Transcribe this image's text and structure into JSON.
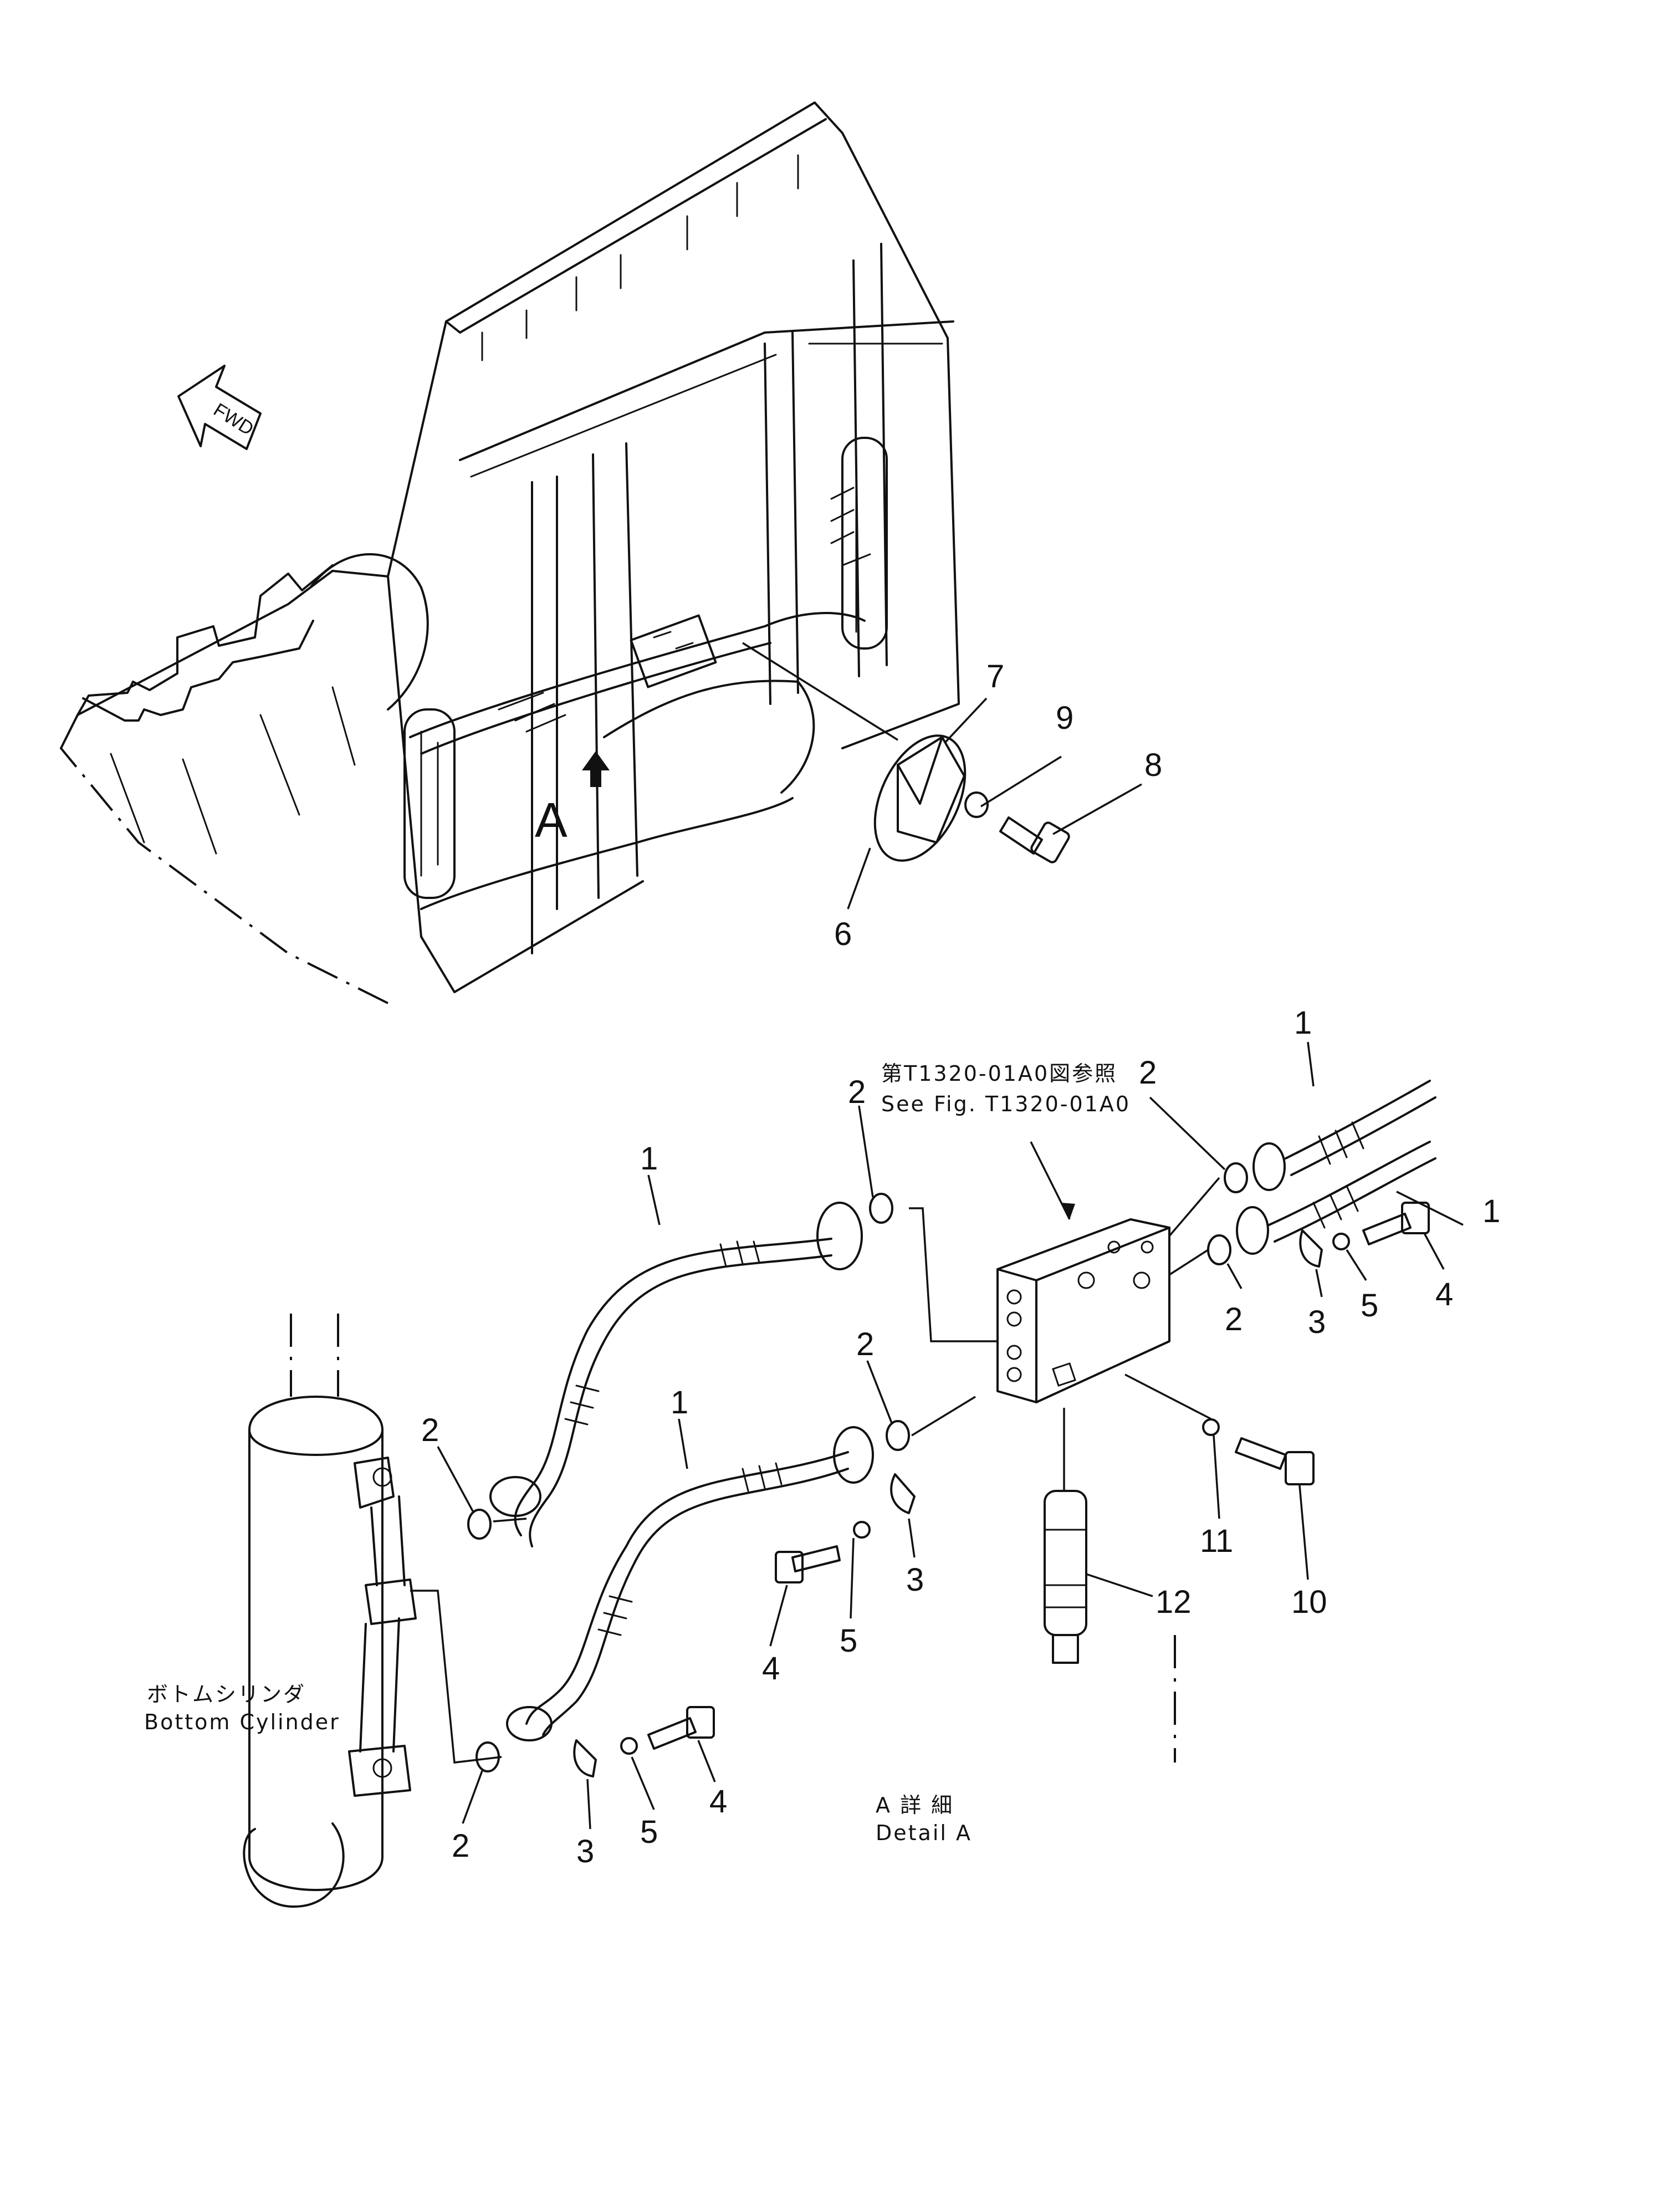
{
  "fwd_label": "FWD",
  "view_label": "A",
  "reference": {
    "ja": "第T1320-01A0図参照",
    "en": "See Fig. T1320-01A0"
  },
  "cylinder_label": {
    "ja": "ボトムシリンダ",
    "en": "Bottom Cylinder"
  },
  "detail_label": {
    "ja": "A 詳 細",
    "en": "Detail A"
  },
  "callouts": {
    "p1": "1",
    "p2": "2",
    "p3": "3",
    "p4": "4",
    "p5": "5",
    "p6": "6",
    "p7": "7",
    "p8": "8",
    "p9": "9",
    "p10": "10",
    "p11": "11",
    "p12": "12"
  }
}
